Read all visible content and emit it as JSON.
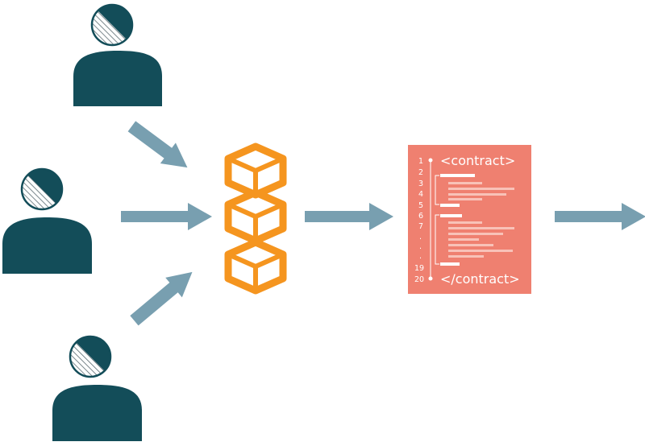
{
  "colors": {
    "person": "#134d59",
    "arrow": "#789fb0",
    "blockchain": "#f5951f",
    "contract_bg": "#ef8070",
    "contract_fg": "#ffffff",
    "background": "#ffffff"
  },
  "icons": {
    "person": "person-icon",
    "blockchain": "blockchain-icon",
    "contract": "smart-contract-document-icon",
    "arrow": "arrow-right-icon"
  },
  "contract": {
    "open_tag": "<contract>",
    "close_tag": "</contract>",
    "line_numbers": [
      "1",
      "2",
      "3",
      "4",
      "5",
      "6",
      "7",
      ".",
      ".",
      ".",
      "19",
      "20"
    ]
  }
}
